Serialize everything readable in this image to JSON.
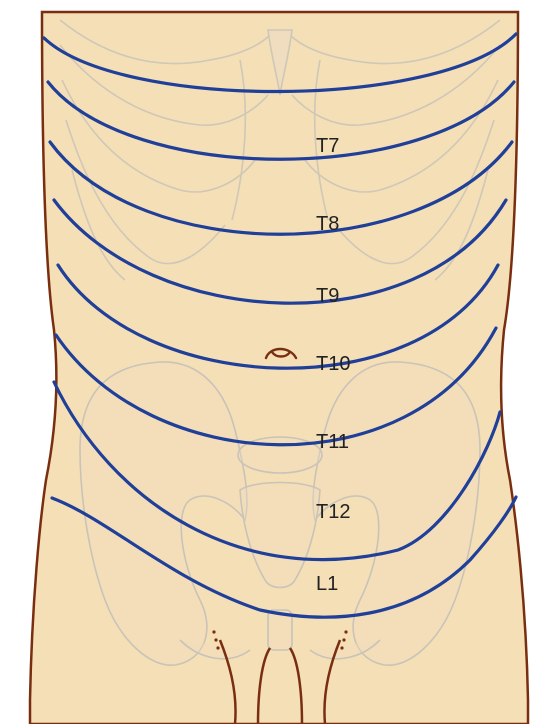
{
  "diagram": {
    "colors": {
      "skin": "#f5dfb6",
      "skin_outline": "#7a2e10",
      "bone": "#f0dcc0",
      "bone_outline": "#c9c3b8",
      "dermatome_line": "#1f3f99",
      "label": "#222222",
      "background": "#ffffff"
    },
    "umbilicus": {
      "icon": "umbilicus-icon"
    },
    "dermatomes": [
      {
        "id": "t7",
        "label": "T7"
      },
      {
        "id": "t8",
        "label": "T8"
      },
      {
        "id": "t9",
        "label": "T9"
      },
      {
        "id": "t10",
        "label": "T10"
      },
      {
        "id": "t11",
        "label": "T11"
      },
      {
        "id": "t12",
        "label": "T12"
      },
      {
        "id": "l1",
        "label": "L1"
      }
    ]
  }
}
